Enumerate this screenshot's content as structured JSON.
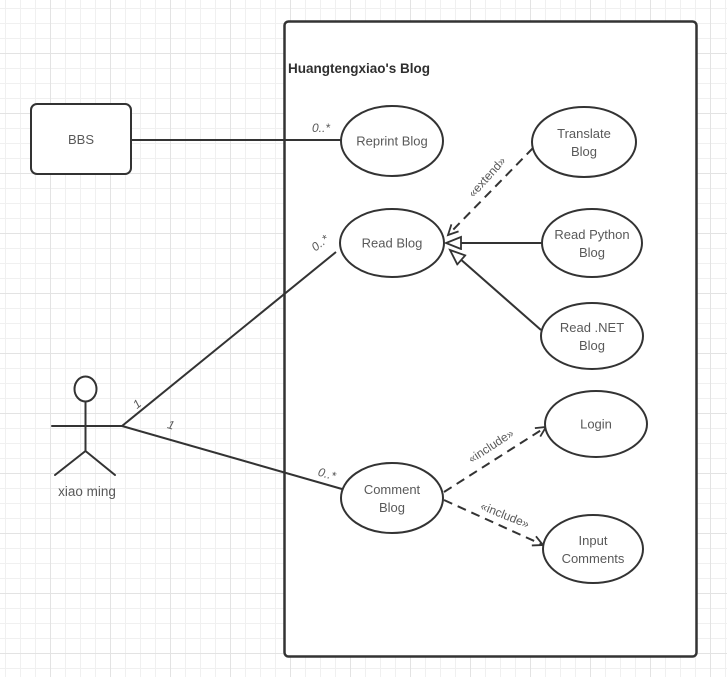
{
  "diagram": {
    "system": {
      "title": "Huangtengxiao's Blog"
    },
    "actor": {
      "label": "xiao ming"
    },
    "external": {
      "bbs": {
        "label": "BBS"
      }
    },
    "usecases": {
      "reprint_blog": {
        "label": "Reprint Blog"
      },
      "read_blog": {
        "label": "Read Blog"
      },
      "comment_blog": {
        "line1": "Comment",
        "line2": "Blog"
      },
      "translate_blog": {
        "line1": "Translate",
        "line2": "Blog"
      },
      "read_python_blog": {
        "line1": "Read Python",
        "line2": "Blog"
      },
      "read_net_blog": {
        "line1": "Read .NET",
        "line2": "Blog"
      },
      "login": {
        "label": "Login"
      },
      "input_comments": {
        "line1": "Input",
        "line2": "Comments"
      }
    },
    "edges": {
      "extend": {
        "stereotype": "«extend»"
      },
      "include_login": {
        "stereotype": "«include»"
      },
      "include_input_comments": {
        "stereotype": "«include»"
      },
      "bbs_reprint": {
        "multiplicity": "0..*"
      },
      "actor_read": {
        "multiplicity_source": "1",
        "multiplicity_target": "0..*"
      },
      "actor_comment": {
        "multiplicity_source": "1",
        "multiplicity_target": "0..*"
      }
    },
    "colors": {
      "stroke": "#333333",
      "node_text": "#595959",
      "title_text": "#2f2f2f",
      "grid_minor": "#f0f0f0",
      "grid_major": "#e3e3e3",
      "canvas_bg": "#ffffff"
    }
  }
}
